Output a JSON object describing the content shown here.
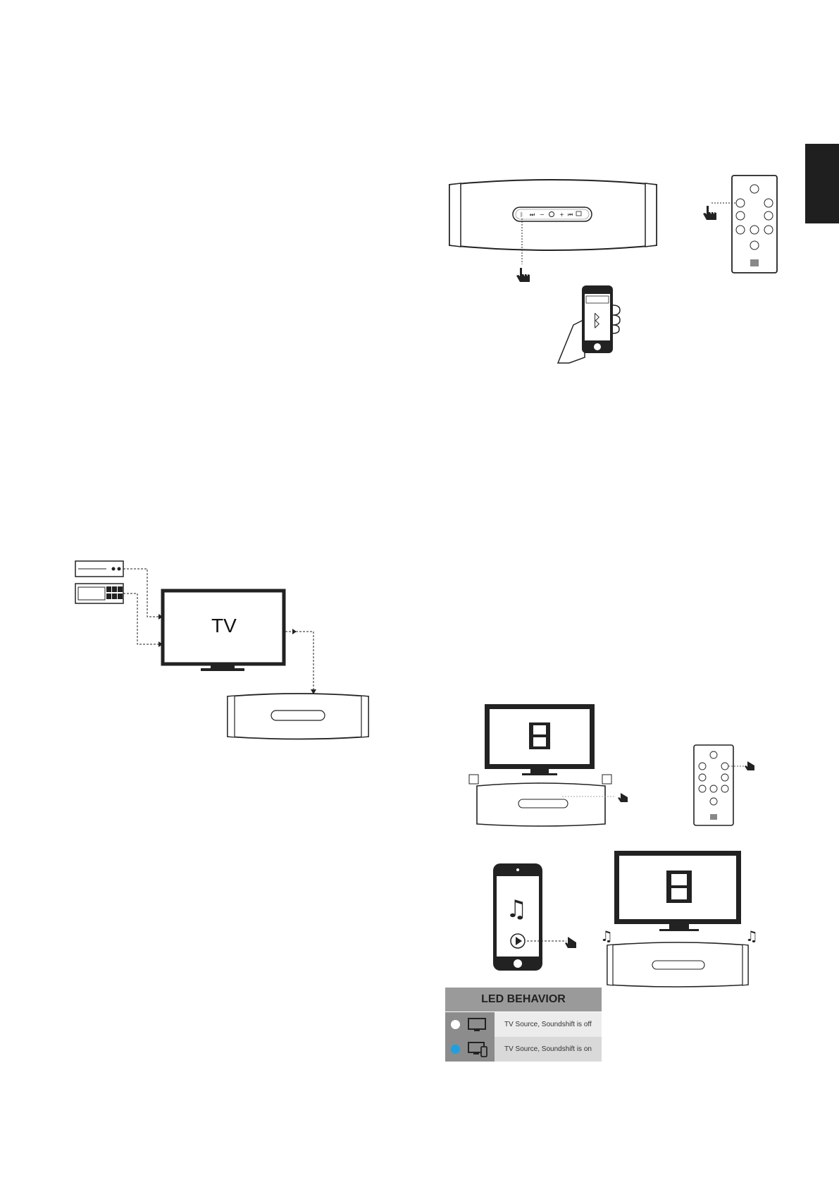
{
  "page": {
    "background": "#ffffff",
    "tab_color": "#1f1f1f"
  },
  "connection_diagram": {
    "tv_label": "TV"
  },
  "led_behavior": {
    "title": "LED BEHAVIOR",
    "rows": [
      {
        "dot_color": "#ffffff",
        "icon": "tv-icon",
        "text": "TV Source, Soundshift is off"
      },
      {
        "dot_color": "#1ea0e0",
        "icon": "tv-and-phone-icon",
        "text": "TV Source, Soundshift is on"
      }
    ]
  }
}
